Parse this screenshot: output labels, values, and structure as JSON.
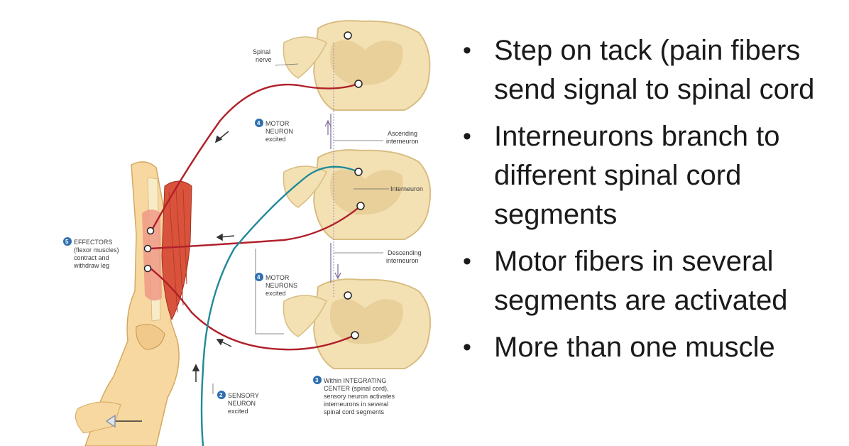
{
  "diagram": {
    "labels": {
      "spinal_nerve_1": "Spinal",
      "spinal_nerve_2": "nerve",
      "motor_top_num": "4",
      "motor_top_1": "MOTOR",
      "motor_top_2": "NEURON",
      "motor_top_3": "excited",
      "ascending_1": "Ascending",
      "ascending_2": "interneuron",
      "interneuron": "Interneuron",
      "effectors_num": "5",
      "effectors_1": "EFFECTORS",
      "effectors_2": "(flexor muscles)",
      "effectors_3": "contract and",
      "effectors_4": "withdraw leg",
      "descending_1": "Descending",
      "descending_2": "interneuron",
      "motor_mid_num": "4",
      "motor_mid_1": "MOTOR",
      "motor_mid_2": "NEURONS",
      "motor_mid_3": "excited",
      "integrating_num": "3",
      "integrating_1": "Within INTEGRATING",
      "integrating_2": "CENTER (spinal cord),",
      "integrating_3": "sensory neuron activates",
      "integrating_4": "interneurons in several",
      "integrating_5": "spinal cord segments",
      "sensory_num": "2",
      "sensory_1": "SENSORY",
      "sensory_2": "NEURON",
      "sensory_3": "excited"
    },
    "colors": {
      "cord": "#f3e1b4",
      "cord_outline": "#d9bd82",
      "gray_matter": "#e9d09a",
      "motor": "#b0202a",
      "sensory": "#1f8a9a",
      "muscle": "#d9533c",
      "leg": "#f6d8a0"
    }
  },
  "bullets": [
    "Step on tack (pain fibers send signal to spinal cord",
    "Interneurons branch to different spinal cord segments",
    "Motor fibers in several segments are activated",
    "More than one muscle"
  ]
}
